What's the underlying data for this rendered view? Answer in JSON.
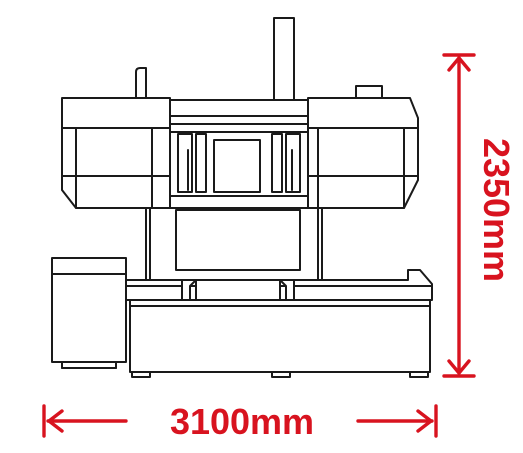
{
  "drawing": {
    "subject": "band-saw-machine-front-view",
    "width_dimension": {
      "label": "3100mm"
    },
    "height_dimension": {
      "label": "2350mm"
    },
    "colors": {
      "dimension": "#d8131f",
      "outline": "#1a1a1a",
      "background": "#ffffff"
    }
  }
}
